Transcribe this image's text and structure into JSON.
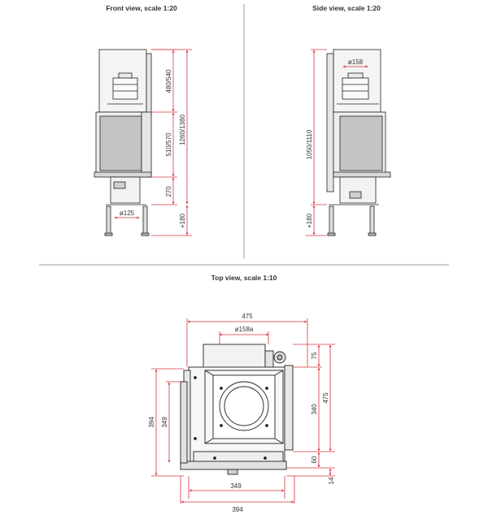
{
  "views": {
    "front": {
      "title": "Front view, scale 1:20",
      "dims": {
        "top": "480/540",
        "middle": "510/570",
        "bottom": "270",
        "total": "1260/1380",
        "legs": "+180",
        "flue": "ø125"
      }
    },
    "side": {
      "title": "Side view, scale 1:20",
      "dims": {
        "flue": "ø158",
        "height": "1050/1110",
        "legs": "+180"
      }
    },
    "top": {
      "title": "Top view, scale 1:10",
      "dims": {
        "width_top": "475",
        "flue": "ø158a",
        "left_outer": "394",
        "left_inner": "349",
        "right_top": "75",
        "right_mid": "340",
        "right_total": "475",
        "right_bottom": "60",
        "right_extra": "14",
        "bottom_inner": "349",
        "bottom_outer": "394"
      }
    }
  },
  "colors": {
    "dimension_line": "#d9363e",
    "drawing_line": "#222222",
    "panel_fill": "#e6e6e6",
    "glass_fill": "#bfbfbf",
    "separator": "#9a9a9a"
  }
}
